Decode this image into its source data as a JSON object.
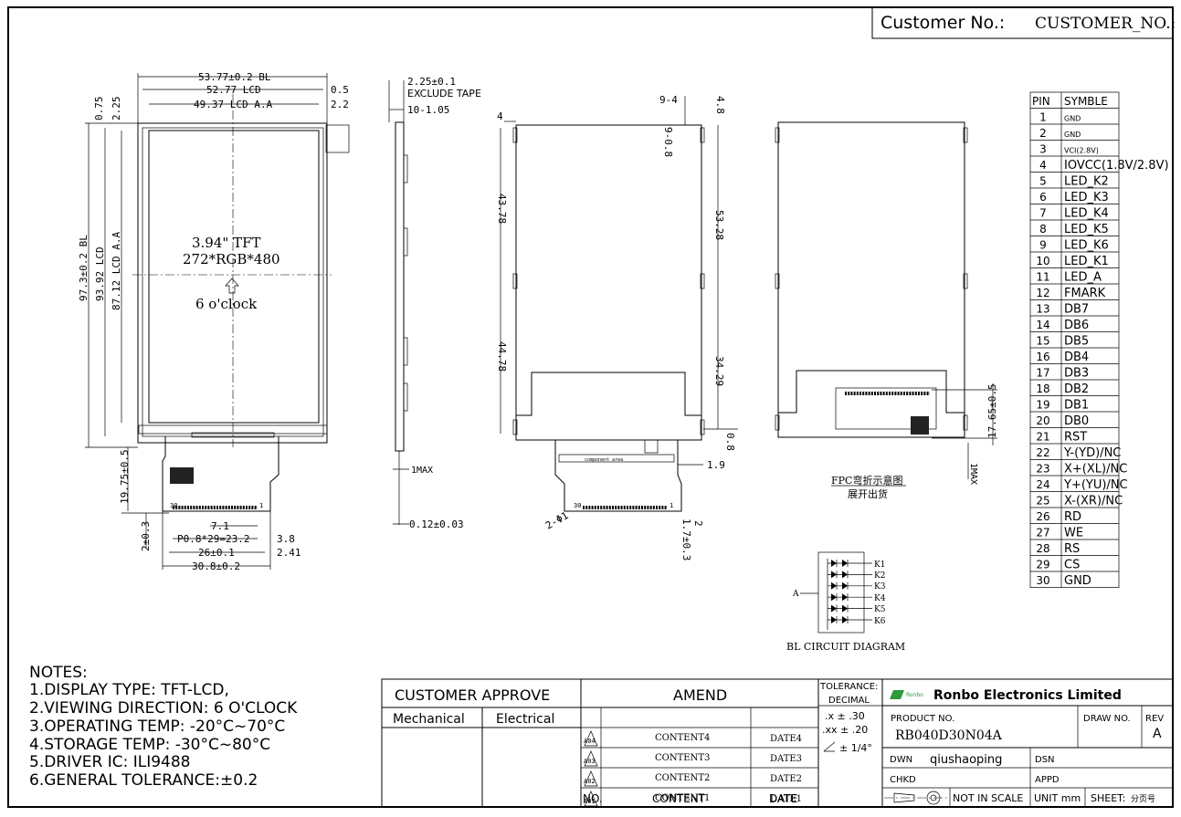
{
  "header": {
    "customer_label": "Customer No.:",
    "customer_value": "CUSTOMER_NO.:"
  },
  "front_view": {
    "dim_bl_width": "53.77±0.2 BL",
    "dim_lcd_width": "52.77 LCD",
    "dim_aa_width": "49.37 LCD A.A",
    "dim_0_5": "0.5",
    "dim_2_2": "2.2",
    "dim_0_75": "0.75",
    "dim_2_25": "2.25",
    "dim_bl_height": "97.3±0.2 BL",
    "dim_lcd_height": "93.92 LCD",
    "dim_aa_height": "87.12 LCD A.A",
    "center_line1": "3.94\" TFT",
    "center_line2": "272*RGB*480",
    "center_line3": "6 o'clock",
    "dim_19_75": "19.75±0.5",
    "dim_7_1": "7.1",
    "dim_pitch": "P0.8*29=23.2",
    "dim_3_8": "3.8",
    "dim_26": "26±0.1",
    "dim_2_41": "2.41",
    "dim_30_8": "30.8±0.2",
    "dim_2_03": "2±0.3",
    "pin_30": "30",
    "pin_1": "1"
  },
  "side_view": {
    "dim_2_25": "2.25±0.1",
    "exclude_tape": "EXCLUDE TAPE",
    "dim_10": "10-1.05",
    "dim_1max": "1MAX",
    "dim_012": "0.12±0.03"
  },
  "back_view": {
    "dim_9_4": "9-4",
    "dim_4_8": "4.8",
    "dim_9_08": "9-0.8",
    "dim_4": "4",
    "dim_43_78": "43.78",
    "dim_53_28": "53.28",
    "dim_44_78": "44.78",
    "dim_34_29": "34.29",
    "dim_0_8": "0.8",
    "dim_1_9": "1.9",
    "dim_2_01": "2-Φ1",
    "dim_1_7": "1.7±0.3",
    "dim_2": "2",
    "component_area": "component   area",
    "pin_30": "30",
    "pin_1": "1"
  },
  "fpc_view": {
    "dim_17_65": "17.65±0.5",
    "dim_1max": "1MAX",
    "caption1": "FPC弯折示意图",
    "caption2": "展开出货"
  },
  "bl_circuit": {
    "anode": "A",
    "k1": "K1",
    "k2": "K2",
    "k3": "K3",
    "k4": "K4",
    "k5": "K5",
    "k6": "K6",
    "caption": "BL CIRCUIT DIAGRAM"
  },
  "pin_table": {
    "head_pin": "PIN",
    "head_symbol": "SYMBLE",
    "rows": [
      {
        "pin": "1",
        "sym": "GND"
      },
      {
        "pin": "2",
        "sym": "GND"
      },
      {
        "pin": "3",
        "sym": "VCI(2.8V)"
      },
      {
        "pin": "4",
        "sym": "IOVCC(1.8V/2.8V)"
      },
      {
        "pin": "5",
        "sym": "LED_K2"
      },
      {
        "pin": "6",
        "sym": "LED_K3"
      },
      {
        "pin": "7",
        "sym": "LED_K4"
      },
      {
        "pin": "8",
        "sym": "LED_K5"
      },
      {
        "pin": "9",
        "sym": "LED_K6"
      },
      {
        "pin": "10",
        "sym": "LED_K1"
      },
      {
        "pin": "11",
        "sym": "LED_A"
      },
      {
        "pin": "12",
        "sym": "FMARK"
      },
      {
        "pin": "13",
        "sym": "DB7"
      },
      {
        "pin": "14",
        "sym": "DB6"
      },
      {
        "pin": "15",
        "sym": "DB5"
      },
      {
        "pin": "16",
        "sym": "DB4"
      },
      {
        "pin": "17",
        "sym": "DB3"
      },
      {
        "pin": "18",
        "sym": "DB2"
      },
      {
        "pin": "19",
        "sym": "DB1"
      },
      {
        "pin": "20",
        "sym": "DB0"
      },
      {
        "pin": "21",
        "sym": "RST"
      },
      {
        "pin": "22",
        "sym": "Y-(YD)/NC"
      },
      {
        "pin": "23",
        "sym": "X+(XL)/NC"
      },
      {
        "pin": "24",
        "sym": "Y+(YU)/NC"
      },
      {
        "pin": "25",
        "sym": "X-(XR)/NC"
      },
      {
        "pin": "26",
        "sym": "RD"
      },
      {
        "pin": "27",
        "sym": "WE"
      },
      {
        "pin": "28",
        "sym": "RS"
      },
      {
        "pin": "29",
        "sym": "CS"
      },
      {
        "pin": "30",
        "sym": "GND"
      }
    ]
  },
  "notes": {
    "title": "NOTES:",
    "lines": [
      "1.DISPLAY TYPE:  TFT-LCD,",
      "2.VIEWING DIRECTION: 6 O'CLOCK",
      "3.OPERATING TEMP: -20°C~70°C",
      "4.STORAGE TEMP: -30°C~80°C",
      "5.DRIVER IC: ILI9488",
      "6.GENERAL TOLERANCE:±0.2"
    ]
  },
  "title_block": {
    "customer_approve": "CUSTOMER APPROVE",
    "mechanical": "Mechanical",
    "electrical": "Electrical",
    "amend": "AMEND",
    "rows": [
      {
        "mark": "A04",
        "content": "CONTENT4",
        "date": "DATE4"
      },
      {
        "mark": "A03",
        "content": "CONTENT3",
        "date": "DATE3"
      },
      {
        "mark": "A02",
        "content": "CONTENT2",
        "date": "DATE2"
      },
      {
        "mark": "A01",
        "content": "CONTENT1",
        "date": "DATE1"
      }
    ],
    "no_label": "NO.",
    "content_label": "CONTENT",
    "date_label": "DATE",
    "tolerance": "TOLERANCE:",
    "decimal": "DECIMAL",
    "tol_x": ".x  ±  .30",
    "tol_xx": ".xx  ±  .20",
    "tol_angle": "±  1/4°",
    "company_logo": "Ronbo",
    "company": "Ronbo Electronics Limited",
    "product_no_label": "PRODUCT NO.",
    "product_no": "RB040D30N04A",
    "draw_no_label": "DRAW NO.",
    "rev_label": "REV",
    "rev": "A",
    "dwn_label": "DWN",
    "dwn_name": "qiushaoping",
    "dsn_label": "DSN",
    "chkd_label": "CHKD",
    "appd_label": "APPD",
    "not_in_scale": "NOT IN SCALE",
    "unit": "UNIT  mm",
    "sheet_label": "SHEET:",
    "sheet_value": "分页号"
  }
}
